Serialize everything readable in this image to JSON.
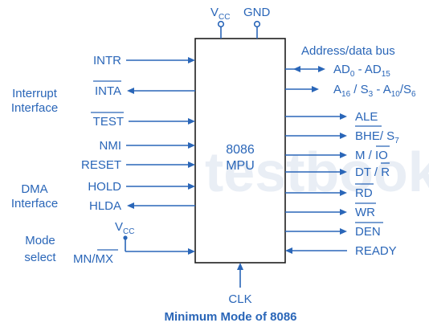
{
  "title": "Minimum Mode of 8086",
  "watermark": "testbook",
  "mpu": {
    "line1": "8086",
    "line2": "MPU"
  },
  "power": {
    "vcc": "V",
    "vcc_sub": "CC",
    "gnd": "GND"
  },
  "clk": "CLK",
  "groups": {
    "interrupt": [
      "Interrupt",
      "Interface"
    ],
    "dma": [
      "DMA",
      "Interface"
    ],
    "mode": [
      "Mode",
      "select"
    ]
  },
  "left_signals": {
    "intr": "INTR",
    "inta": "INTA",
    "test": "TEST",
    "nmi": "NMI",
    "reset": "RESET",
    "hold": "HOLD",
    "hlda": "HLDA",
    "mode_vcc": "V",
    "mode_vcc_sub": "CC",
    "mnmx_a": "MN/",
    "mnmx_b": "MX"
  },
  "right_signals": {
    "bus_caption": "Address/data bus",
    "ad_a": "AD",
    "ad_a_sub": "0",
    "ad_mid": " - AD",
    "ad_b_sub": "15",
    "addr_a": "A",
    "addr_a_sub": "16",
    "addr_b": " / S",
    "addr_b_sub": "3",
    "addr_c": " - A",
    "addr_c_sub": "10",
    "addr_d": "/S",
    "addr_d_sub": "6",
    "ale": "ALE",
    "bhe": "BHE",
    "bhe_s": "/ S",
    "bhe_s_sub": "7",
    "mio_a": "M / ",
    "mio_b": "IO",
    "dtr_a": "DT / ",
    "dtr_b": "R",
    "rd": "RD",
    "wr": "WR",
    "den": "DEN",
    "ready": "READY"
  }
}
